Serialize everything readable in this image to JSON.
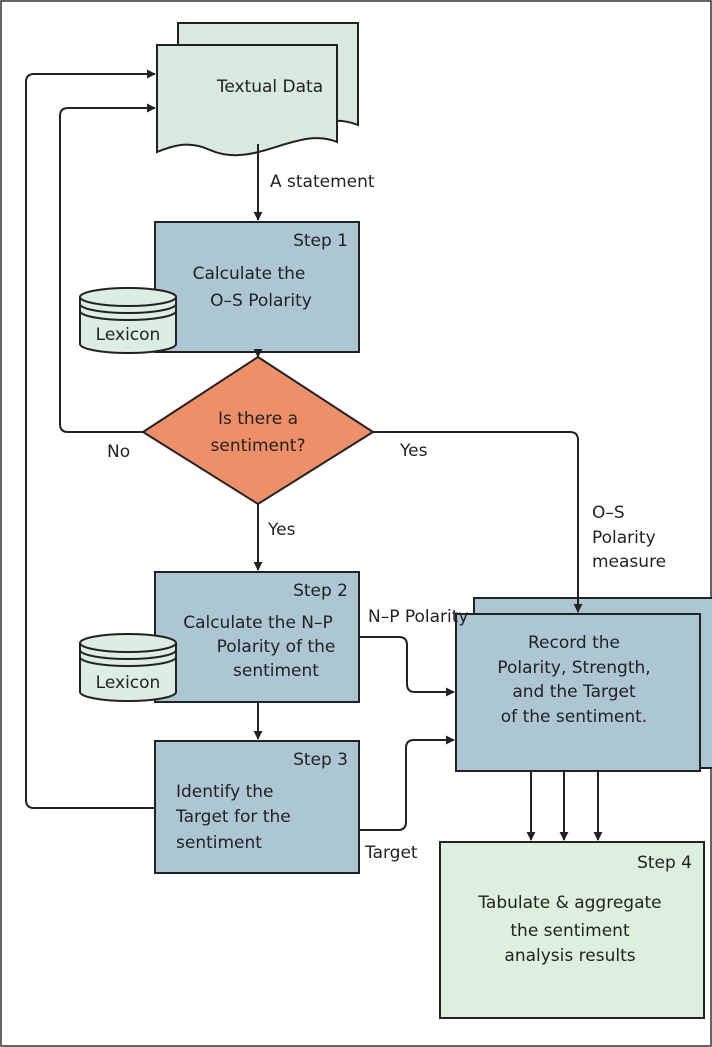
{
  "colors": {
    "document_fill": "#d8e9dd",
    "process_fill": "#adc6d4",
    "decision_fill": "#ef8f68",
    "result_fill": "#ddf0de",
    "lexicon_fill": "#dceee2",
    "line": "#222222",
    "border": "#333333"
  },
  "nodes": {
    "textual_data": {
      "label": "Textual Data"
    },
    "step1": {
      "step": "Step 1",
      "lines": [
        "Calculate the",
        "O–S Polarity"
      ]
    },
    "lexicon1": {
      "label": "Lexicon"
    },
    "decision": {
      "lines": [
        "Is there a",
        "sentiment?"
      ]
    },
    "step2": {
      "step": "Step 2",
      "lines": [
        "Calculate the N–P",
        "Polarity of the",
        "sentiment"
      ]
    },
    "lexicon2": {
      "label": "Lexicon"
    },
    "step3": {
      "step": "Step 3",
      "lines": [
        "Identify the",
        "Target for the",
        "sentiment"
      ]
    },
    "record": {
      "lines": [
        "Record the",
        "Polarity, Strength,",
        "and the Target",
        "of the sentiment."
      ]
    },
    "step4": {
      "step": "Step 4",
      "lines": [
        "Tabulate & aggregate",
        "the sentiment",
        "analysis results"
      ]
    }
  },
  "edge_labels": {
    "a_statement": "A statement",
    "no": "No",
    "yes_right": "Yes",
    "yes_down": "Yes",
    "os_measure": [
      "O–S",
      "Polarity",
      "measure"
    ],
    "np_polarity": "N–P Polarity",
    "target": "Target"
  }
}
